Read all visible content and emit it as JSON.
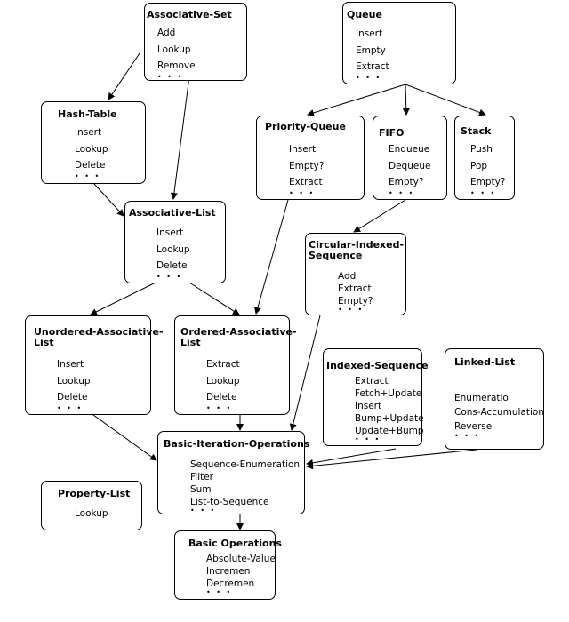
{
  "nodes": {
    "associative_set": {
      "title": "Associative-Set",
      "ops": [
        "Add",
        "Lookup",
        "Remove"
      ],
      "more": "• • •"
    },
    "queue": {
      "title": "Queue",
      "ops": [
        "Insert",
        "Empty",
        "Extract"
      ],
      "more": "• • •"
    },
    "hash_table": {
      "title": "Hash-Table",
      "ops": [
        "Insert",
        "Lookup",
        "Delete"
      ],
      "more": "• • •"
    },
    "priority_queue": {
      "title": "Priority-Queue",
      "ops": [
        "Insert",
        "Empty?",
        "Extract"
      ],
      "more": "• • •"
    },
    "fifo": {
      "title": "FIFO",
      "ops": [
        "Enqueue",
        "Dequeue",
        "Empty?"
      ],
      "more": "• • •"
    },
    "stack": {
      "title": "Stack",
      "ops": [
        "Push",
        "Pop",
        "Empty?"
      ],
      "more": "• • •"
    },
    "associative_list": {
      "title": "Associative-List",
      "ops": [
        "Insert",
        "Lookup",
        "Delete"
      ],
      "more": "• • •"
    },
    "circular_indexed_sequence": {
      "title_lines": [
        "Circular-Indexed-",
        "Sequence"
      ],
      "ops": [
        "Add",
        "Extract",
        "Empty?"
      ],
      "more": "• • •"
    },
    "unordered_associative_list": {
      "title_lines": [
        "Unordered-Associative-",
        "List"
      ],
      "ops": [
        "Insert",
        "Lookup",
        "Delete"
      ],
      "more": "• • •"
    },
    "ordered_associative_list": {
      "title_lines": [
        "Ordered-Associative-",
        "List"
      ],
      "ops": [
        "Extract",
        "Lookup",
        "Delete"
      ],
      "more": "• • •"
    },
    "indexed_sequence": {
      "title": "Indexed-Sequence",
      "ops": [
        "Extract",
        "Fetch+Update",
        "Insert",
        "Bump+Update",
        "Update+Bump"
      ],
      "more": "• • •"
    },
    "linked_list": {
      "title": "Linked-List",
      "ops": [
        "Enumeratio",
        "Cons-Accumulation",
        "Reverse"
      ],
      "more": "• • •"
    },
    "basic_iteration_operations": {
      "title": "Basic-Iteration-Operations",
      "ops": [
        "Sequence-Enumeration",
        "Filter",
        "Sum",
        "List-to-Sequence"
      ],
      "more": "• • •"
    },
    "property_list": {
      "title": "Property-List",
      "ops": [
        "Lookup"
      ]
    },
    "basic_operations": {
      "title": "Basic Operations",
      "ops": [
        "Absolute-Value",
        "Incremen",
        "Decremen"
      ],
      "more": "• • •"
    }
  },
  "edges": [
    {
      "from": "associative_set",
      "to": "hash_table"
    },
    {
      "from": "associative_set",
      "to": "associative_list"
    },
    {
      "from": "hash_table",
      "to": "associative_list"
    },
    {
      "from": "queue",
      "to": "priority_queue"
    },
    {
      "from": "queue",
      "to": "fifo"
    },
    {
      "from": "queue",
      "to": "stack"
    },
    {
      "from": "fifo",
      "to": "circular_indexed_sequence"
    },
    {
      "from": "priority_queue",
      "to": "ordered_associative_list"
    },
    {
      "from": "associative_list",
      "to": "unordered_associative_list"
    },
    {
      "from": "associative_list",
      "to": "ordered_associative_list"
    },
    {
      "from": "stack",
      "to": "indexed_sequence"
    },
    {
      "from": "stack",
      "to": "linked_list"
    },
    {
      "from": "circular_indexed_sequence",
      "to": "basic_iteration_operations"
    },
    {
      "from": "unordered_associative_list",
      "to": "basic_iteration_operations"
    },
    {
      "from": "ordered_associative_list",
      "to": "basic_iteration_operations"
    },
    {
      "from": "indexed_sequence",
      "to": "basic_iteration_operations"
    },
    {
      "from": "linked_list",
      "to": "basic_iteration_operations"
    },
    {
      "from": "basic_iteration_operations",
      "to": "basic_operations"
    }
  ]
}
